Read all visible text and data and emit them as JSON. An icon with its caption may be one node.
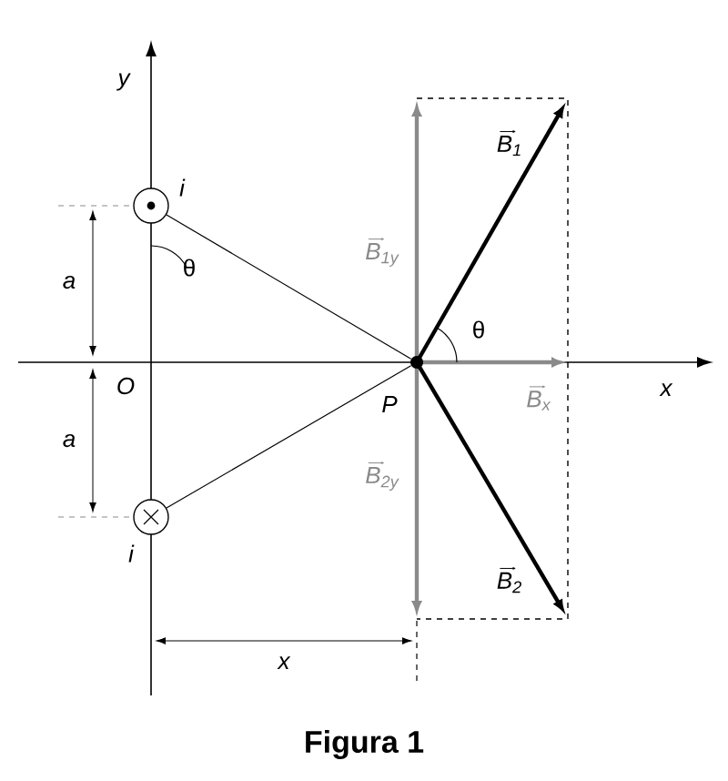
{
  "diagram": {
    "caption": "Figura 1",
    "nodes": [
      {
        "text": [],
        "shape": "circle",
        "beside": [
          "i"
        ]
      },
      {
        "text": [],
        "shape": "circle",
        "beside": [
          "i"
        ]
      },
      {
        "text": [],
        "shape": "circle",
        "beside": [
          "P"
        ]
      }
    ],
    "edges": [
      {
        "from": 0,
        "to": 2,
        "arrow": "none"
      },
      {
        "from": 1,
        "to": 2,
        "arrow": "none"
      }
    ],
    "labels": [
      "y",
      "B$_{1}$",
      "B$_{1y}$",
      "θ",
      "a",
      "θ",
      "O",
      "x",
      "B$_{x}$",
      "a",
      "B$_{2y}$",
      "B$_{2}$",
      "x"
    ]
  }
}
